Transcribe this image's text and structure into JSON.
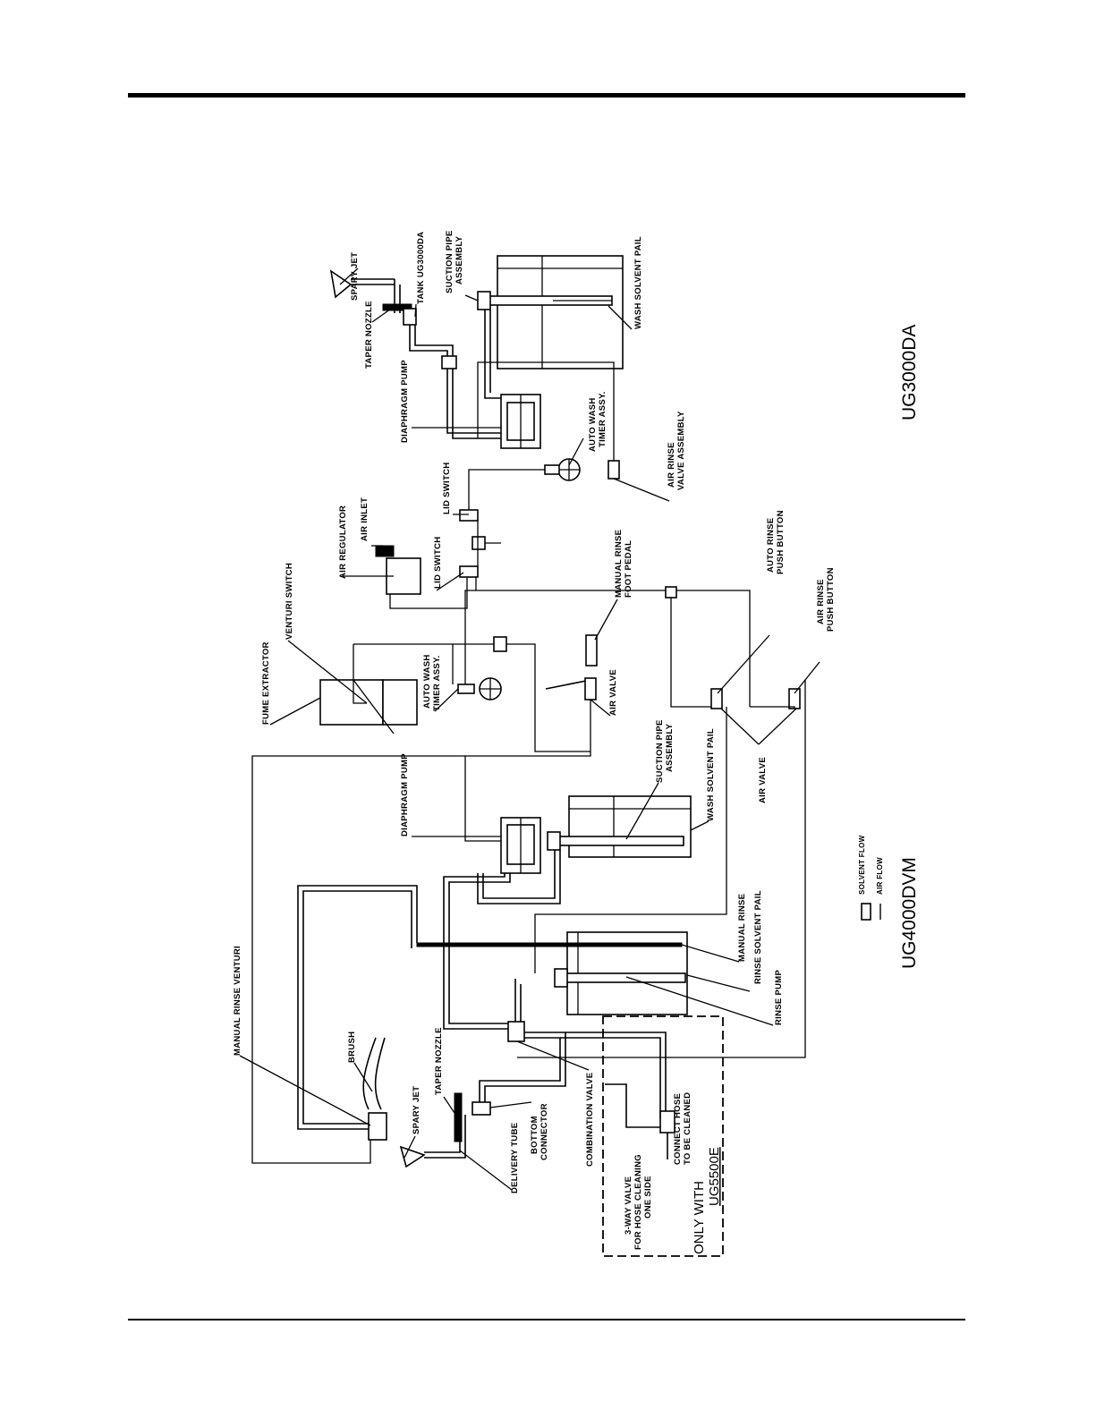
{
  "labels": {
    "spary_jet_top": "SPARY JET",
    "taper_nozzle_top": "TAPER NOZZLE",
    "tank": "TANK UG3000DA",
    "suction_pipe_top": "SUCTION PIPE",
    "suction_pipe_top2": "ASSEMBLY",
    "wash_pail_top": "WASH SOLVENT PAIL",
    "diaphragm_pump_top": "DIAPHRAGM PUMP",
    "auto_wash_top": "AUTO WASH",
    "auto_wash_top2": "TIMER ASSY.",
    "air_rinse_valve": "AIR RINSE",
    "air_rinse_valve2": "VALVE ASSEMBLY",
    "lid_switch_1": "LID SWITCH",
    "lid_switch_2": "LID SWITCH",
    "air_inlet": "AIR INLET",
    "air_regulator": "AIR REGULATOR",
    "manual_rinse_pedal": "MANUAL RINSE",
    "manual_rinse_pedal2": "FOOT PEDAL",
    "auto_rinse_pb": "AUTO RINSE",
    "auto_rinse_pb2": "PUSH BUTTON",
    "air_rinse_pb": "AIR RINSE",
    "air_rinse_pb2": "PUSH BUTTON",
    "venturi_switch": "VENTURI SWITCH",
    "fume_extractor": "FUME EXTRACTOR",
    "auto_wash_bottom": "AUTO WASH",
    "auto_wash_bottom2": "TIMER ASSY.",
    "air_valve_1": "AIR VALVE",
    "air_valve_2": "AIR VALVE",
    "suction_pipe_bottom": "SUCTION PIPE",
    "suction_pipe_bottom2": "ASSEMBLY",
    "wash_pail_bottom": "WASH SOLVENT PAIL",
    "diaphragm_pump_bottom": "DIAPHRAGM PUMP",
    "manual_rinse": "MANUAL RINSE",
    "rinse_pail": "RINSE SOLVENT PAIL",
    "rinse_pump": "RINSE PUMP",
    "manual_rinse_venturi": "MANUAL RINSE VENTURI",
    "brush": "BRUSH",
    "spary_jet_bottom": "SPARY JET",
    "taper_nozzle_bottom": "TAPER NOZZLE",
    "delivery_tube": "DELIVERY TUBE",
    "bottom_connector": "BOTTOM",
    "bottom_connector2": "CONNECTOR",
    "combination_valve": "COMBINATION VALVE",
    "three_way_valve": "3-WAY VALVE",
    "three_way_valve2": "FOR HOSE CLEANING",
    "three_way_valve3": "ONE SIDE",
    "connect_hose": "CONNECT HOSE",
    "connect_hose2": "TO BE CLEANED",
    "only_with": "ONLY WITH",
    "ug5500e": "UG5500E"
  },
  "legend": {
    "solvent_flow": "SOLVENT FLOW",
    "air_flow": "AIR FLOW"
  },
  "models": {
    "top": "UG3000DA",
    "bottom": "UG4000DVM"
  }
}
